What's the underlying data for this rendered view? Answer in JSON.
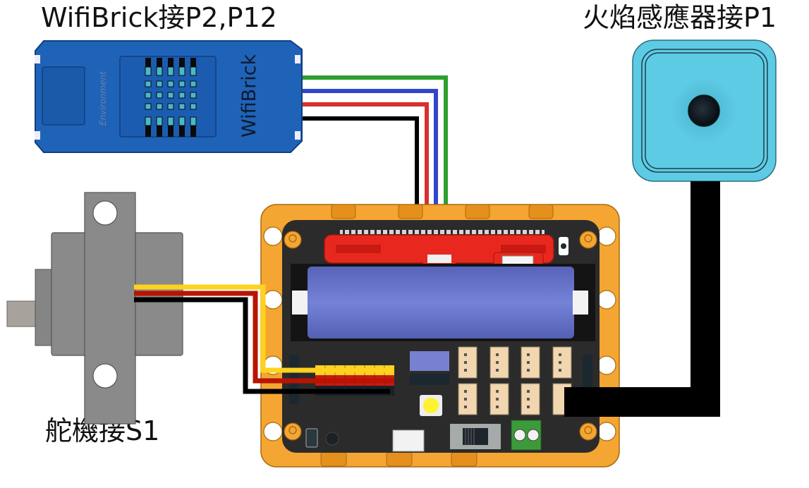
{
  "labels": {
    "wifibrick": "WifiBrick接P2,P12",
    "flame_sensor": "火焰感應器接P1",
    "servo": "舵機接S1"
  },
  "wifibrick_module": {
    "brand_text": "WifiBrick",
    "sub_text": "Environment",
    "color": "#1f63b8"
  },
  "flame_sensor_module": {
    "color": "#5ecbe4"
  },
  "wires": {
    "wifibrick": [
      "#2ea02e",
      "#3344cc",
      "#d63030",
      "#000000"
    ],
    "servo": [
      "#ffd21f",
      "#b81400",
      "#000000"
    ],
    "flame": "#000000"
  },
  "board": {
    "frame_color": "#f5a532",
    "pcb_color": "#2b2b2b",
    "battery_color": "#6f7bd1",
    "holder_color": "#e8281e"
  }
}
